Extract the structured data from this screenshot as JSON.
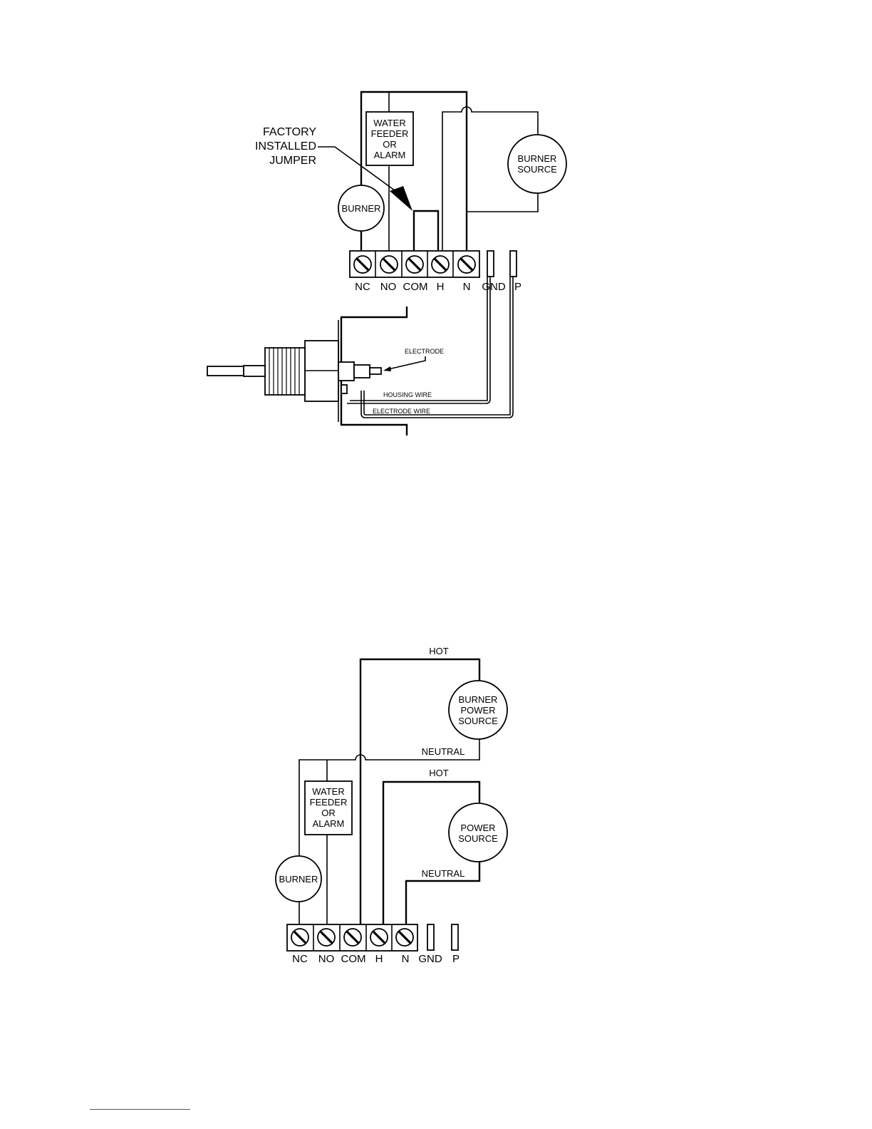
{
  "diagram1": {
    "jumper_label": [
      "FACTORY",
      "INSTALLED",
      "JUMPER"
    ],
    "feeder_label": [
      "WATER",
      "FEEDER",
      "OR",
      "ALARM"
    ],
    "burner_label": "BURNER",
    "burner_source_label": [
      "BURNER",
      "SOURCE"
    ],
    "terminals": [
      "NC",
      "NO",
      "COM",
      "H",
      "N",
      "GND",
      "P"
    ],
    "electrode_label": "ELECTRODE",
    "housing_wire_label": "HOUSING WIRE",
    "electrode_wire_label": "ELECTRODE WIRE"
  },
  "diagram2": {
    "hot_label": "HOT",
    "neutral_label": "NEUTRAL",
    "burner_power_source_label": [
      "BURNER",
      "POWER",
      "SOURCE"
    ],
    "power_source_label": [
      "POWER",
      "SOURCE"
    ],
    "feeder_label": [
      "WATER",
      "FEEDER",
      "OR",
      "ALARM"
    ],
    "burner_label": "BURNER",
    "terminals": [
      "NC",
      "NO",
      "COM",
      "H",
      "N",
      "GND",
      "P"
    ]
  }
}
